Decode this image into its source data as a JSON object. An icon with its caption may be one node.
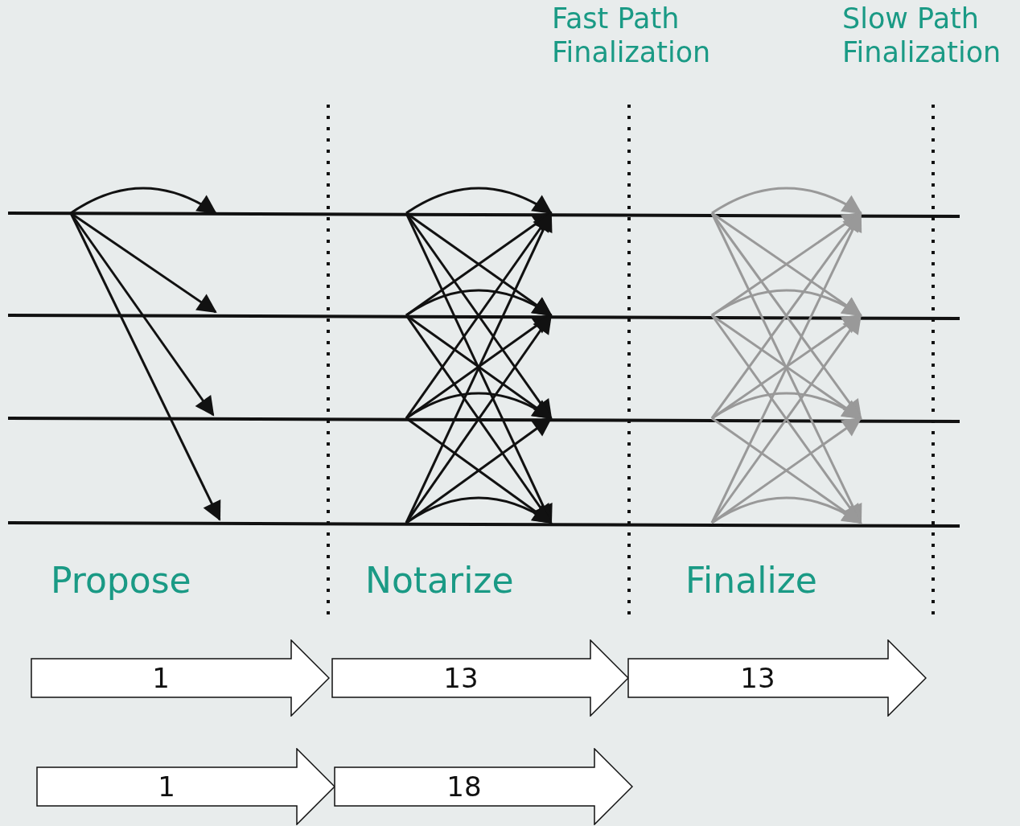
{
  "diagram": {
    "nodes": [
      {
        "text": [
          "1"
        ]
      },
      {
        "text": [
          "13"
        ]
      },
      {
        "text": [
          "13"
        ]
      },
      {
        "text": [
          "1"
        ]
      },
      {
        "text": [
          "18"
        ]
      }
    ],
    "labels": [
      "Fast Path Finalization",
      "Slow Path Finalization",
      "Propose",
      "Notarize",
      "Finalize"
    ]
  }
}
